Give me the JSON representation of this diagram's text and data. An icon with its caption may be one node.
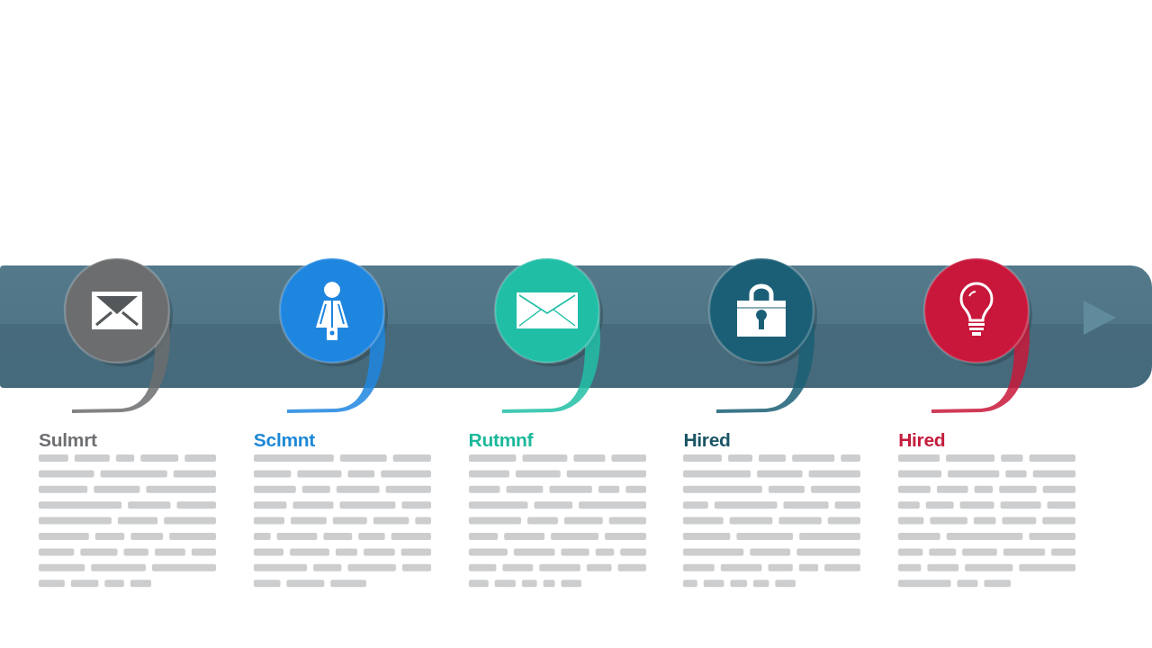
{
  "diagram": {
    "nodes": [
      {
        "text": [
          "Sulmrt"
        ]
      },
      {
        "text": [
          "Sclmnt"
        ]
      },
      {
        "text": [
          "Rutmnf"
        ]
      },
      {
        "text": [
          "Hired"
        ]
      },
      {
        "text": [
          "Hired"
        ]
      }
    ]
  }
}
